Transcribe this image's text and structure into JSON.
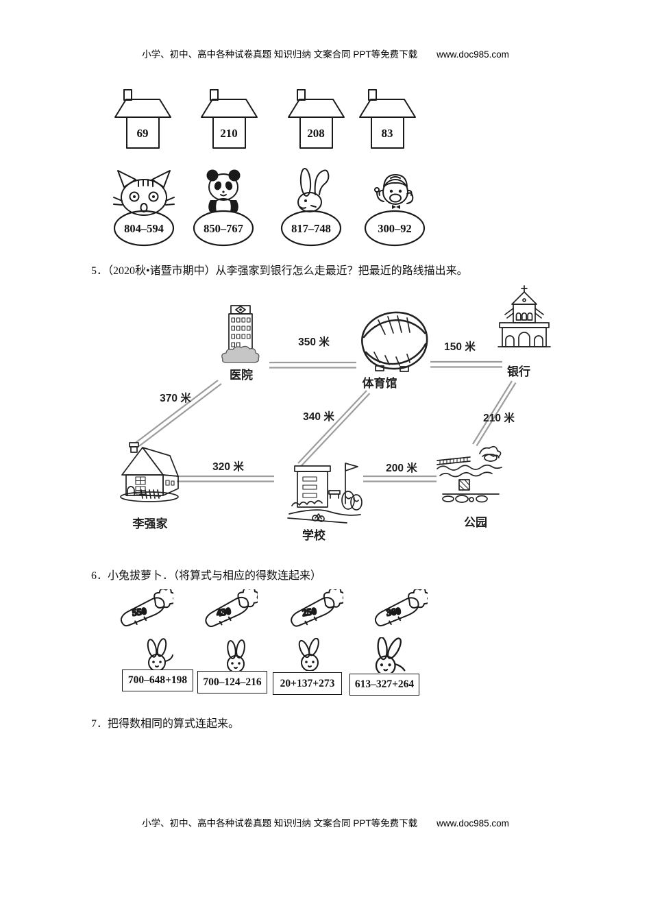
{
  "header": {
    "tagline": "小学、初中、高中各种试卷真题  知识归纳  文案合同  PPT等免费下载",
    "url": "www.doc985.com"
  },
  "matching_exercise": {
    "houses": [
      {
        "value": "69"
      },
      {
        "value": "210"
      },
      {
        "value": "208"
      },
      {
        "value": "83"
      }
    ],
    "animals": [
      {
        "animal": "cat",
        "expression": "804–594"
      },
      {
        "animal": "panda",
        "expression": "850–767"
      },
      {
        "animal": "rabbit",
        "expression": "817–748"
      },
      {
        "animal": "monkey",
        "expression": "300–92"
      }
    ]
  },
  "question5": {
    "number": "5．",
    "text": "（2020秋•诸暨市期中）从李强家到银行怎么走最近？把最近的路线描出来。",
    "map": {
      "locations": [
        {
          "name": "医院"
        },
        {
          "name": "体育馆"
        },
        {
          "name": "银行"
        },
        {
          "name": "李强家"
        },
        {
          "name": "学校"
        },
        {
          "name": "公园"
        }
      ],
      "roads": [
        {
          "from": "医院",
          "to": "体育馆",
          "distance": "350 米"
        },
        {
          "from": "体育馆",
          "to": "银行",
          "distance": "150 米"
        },
        {
          "from": "医院",
          "to": "李强家",
          "distance": "370 米"
        },
        {
          "from": "体育馆",
          "to": "学校",
          "distance": "340 米"
        },
        {
          "from": "银行",
          "to": "公园",
          "distance": "210 米"
        },
        {
          "from": "李强家",
          "to": "学校",
          "distance": "320 米"
        },
        {
          "from": "学校",
          "to": "公园",
          "distance": "200 米"
        }
      ]
    }
  },
  "question6": {
    "number": "6．",
    "text": "小兔拔萝卜．（将算式与相应的得数连起来）",
    "carrots": [
      {
        "value": "550"
      },
      {
        "value": "430"
      },
      {
        "value": "250"
      },
      {
        "value": "360"
      }
    ],
    "expressions": [
      {
        "value": "700–648+198"
      },
      {
        "value": "700–124–216"
      },
      {
        "value": "20+137+273"
      },
      {
        "value": "613–327+264"
      }
    ]
  },
  "question7": {
    "number": "7．",
    "text": "把得数相同的算式连起来。"
  },
  "footer": {
    "tagline": "小学、初中、高中各种试卷真题  知识归纳  文案合同  PPT等免费下载",
    "url": "www.doc985.com"
  }
}
